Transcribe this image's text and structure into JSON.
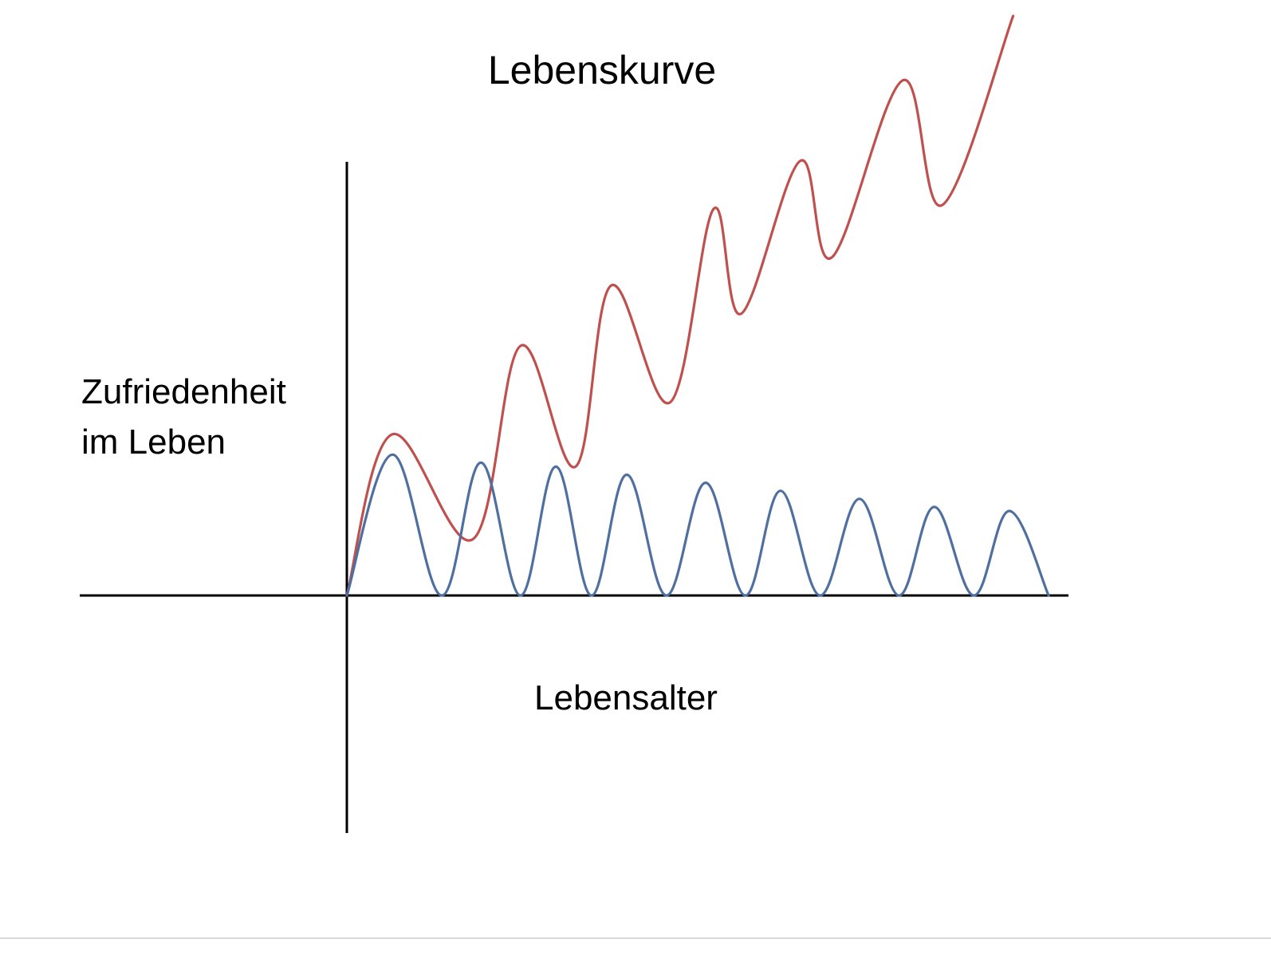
{
  "chart_data": {
    "type": "line",
    "title": "Lebenskurve",
    "xlabel": "Lebensalter",
    "ylabel_lines": [
      "Zufriedenheit",
      "im Leben"
    ],
    "xlim": [
      0,
      9
    ],
    "ylim": [
      0,
      7.2
    ],
    "legend": "none",
    "grid": false,
    "series": [
      {
        "color": "#c0504d",
        "points": [
          [
            0,
            0
          ],
          [
            0.57,
            2.0
          ],
          [
            1.6,
            0.7
          ],
          [
            2.2,
            3.1
          ],
          [
            2.9,
            1.6
          ],
          [
            3.35,
            3.85
          ],
          [
            4.1,
            2.4
          ],
          [
            4.65,
            4.8
          ],
          [
            5.0,
            3.5
          ],
          [
            5.75,
            5.4
          ],
          [
            6.15,
            4.2
          ],
          [
            7.05,
            6.4
          ],
          [
            7.55,
            4.85
          ],
          [
            8.45,
            7.2
          ]
        ]
      },
      {
        "color": "#4f6fa0",
        "points": [
          [
            0,
            0
          ],
          [
            0.58,
            1.75
          ],
          [
            1.2,
            0
          ],
          [
            1.7,
            1.65
          ],
          [
            2.2,
            0
          ],
          [
            2.65,
            1.6
          ],
          [
            3.1,
            0
          ],
          [
            3.55,
            1.5
          ],
          [
            4.05,
            0
          ],
          [
            4.55,
            1.4
          ],
          [
            5.05,
            0
          ],
          [
            5.5,
            1.3
          ],
          [
            6.0,
            0
          ],
          [
            6.5,
            1.2
          ],
          [
            7.0,
            0
          ],
          [
            7.45,
            1.1
          ],
          [
            7.95,
            0
          ],
          [
            8.4,
            1.05
          ],
          [
            8.9,
            0
          ]
        ]
      }
    ]
  }
}
